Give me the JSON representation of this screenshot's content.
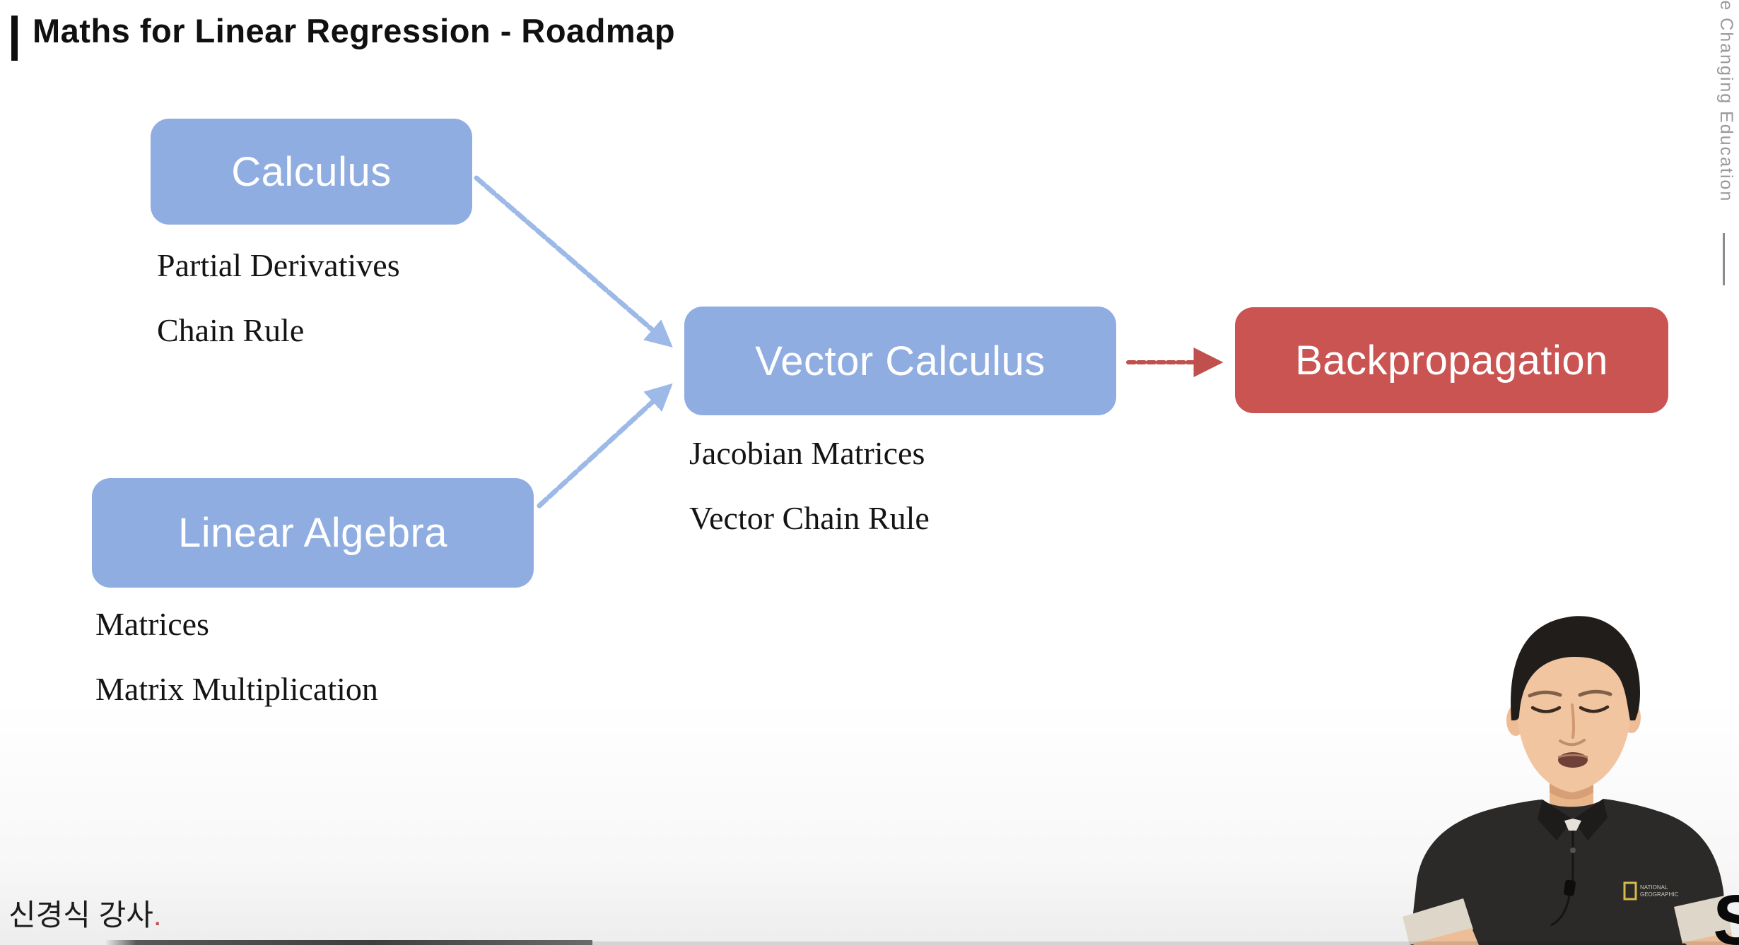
{
  "title": "Maths for Linear Regression - Roadmap",
  "nodes": {
    "calculus": {
      "label": "Calculus",
      "topic1": "Partial Derivatives",
      "topic2": "Chain Rule"
    },
    "linear_algebra": {
      "label": "Linear Algebra",
      "topic1": "Matrices",
      "topic2": "Matrix Multiplication"
    },
    "vector_calculus": {
      "label": "Vector Calculus",
      "topic1": "Jacobian Matrices",
      "topic2": "Vector Chain Rule"
    },
    "backpropagation": {
      "label": "Backpropagation"
    }
  },
  "edges": [
    {
      "from": "calculus",
      "to": "vector_calculus",
      "color": "#9CB9E8",
      "style": "sketchy"
    },
    {
      "from": "linear_algebra",
      "to": "vector_calculus",
      "color": "#9CB9E8",
      "style": "sketchy"
    },
    {
      "from": "vector_calculus",
      "to": "backpropagation",
      "color": "#C0504D",
      "style": "sketchy-dashed"
    }
  ],
  "footer": {
    "instructor_name": "신경식 강사",
    "accent_period": "."
  },
  "watermark": {
    "vertical_text": "re Changing Education",
    "edge_glyph": "S"
  },
  "person": {
    "shirt_logo": {
      "line1": "NATIONAL",
      "line2": "GEOGRAPHIC"
    }
  },
  "colors": {
    "node_blue": "#8FADE1",
    "node_red": "#CA5452",
    "arrow_blue": "#9CB9E8",
    "arrow_red": "#C0504D",
    "footer_accent": "#C0504D",
    "watermark_gray": "#9A9A9A"
  }
}
